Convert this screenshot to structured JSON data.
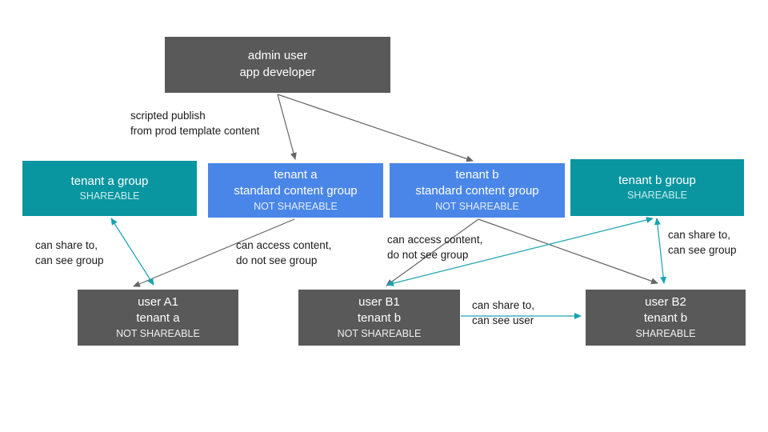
{
  "colors": {
    "canvas_bg": "#ffffff",
    "node_dark_gray": "#595959",
    "node_teal": "#0a96a0",
    "node_blue": "#4a86e8",
    "arrow_gray": "#666666",
    "arrow_teal": "#1aa2b0",
    "label_text": "#1a1a1a"
  },
  "nodes": {
    "admin": {
      "lines": [
        "admin user",
        "app developer"
      ]
    },
    "tenant_a_group": {
      "lines": [
        "tenant a group"
      ],
      "status": "SHAREABLE"
    },
    "tenant_a_scg": {
      "lines": [
        "tenant a",
        "standard content group"
      ],
      "status": "NOT SHAREABLE"
    },
    "tenant_b_scg": {
      "lines": [
        "tenant b",
        "standard content group"
      ],
      "status": "NOT SHAREABLE"
    },
    "tenant_b_group": {
      "lines": [
        "tenant b group"
      ],
      "status": "SHAREABLE"
    },
    "user_a1": {
      "lines": [
        "user A1",
        "tenant a"
      ],
      "status": "NOT SHAREABLE"
    },
    "user_b1": {
      "lines": [
        "user B1",
        "tenant b"
      ],
      "status": "NOT SHAREABLE"
    },
    "user_b2": {
      "lines": [
        "user B2",
        "tenant b"
      ],
      "status": "SHAREABLE"
    }
  },
  "edge_labels": {
    "scripted_publish": "scripted publish\nfrom prod template content",
    "share_group_left": "can share to,\ncan see group",
    "access_content_a": "can access content,\ndo not see group",
    "access_content_b": "can access content,\ndo not see group",
    "share_group_right": "can share to,\ncan see group",
    "share_user": "can share to,\ncan see user"
  },
  "edges": [
    {
      "from": "admin",
      "to": "tenant_a_scg",
      "style": "gray",
      "direction": "one-way",
      "label": "scripted publish from prod template content"
    },
    {
      "from": "admin",
      "to": "tenant_b_scg",
      "style": "gray",
      "direction": "one-way",
      "label": "scripted publish from prod template content"
    },
    {
      "from": "tenant_a_group",
      "to": "user_a1",
      "style": "teal",
      "direction": "two-way",
      "label": "can share to, can see group"
    },
    {
      "from": "tenant_a_scg",
      "to": "user_a1",
      "style": "gray",
      "direction": "one-way",
      "label": "can access content, do not see group"
    },
    {
      "from": "tenant_b_scg",
      "to": "user_b1",
      "style": "gray",
      "direction": "one-way",
      "label": "can access content, do not see group"
    },
    {
      "from": "tenant_b_scg",
      "to": "user_b2",
      "style": "gray",
      "direction": "one-way",
      "label": ""
    },
    {
      "from": "tenant_b_group",
      "to": "user_b1",
      "style": "teal",
      "direction": "two-way",
      "label": ""
    },
    {
      "from": "tenant_b_group",
      "to": "user_b2",
      "style": "teal",
      "direction": "two-way",
      "label": "can share to, can see group"
    },
    {
      "from": "user_b1",
      "to": "user_b2",
      "style": "teal",
      "direction": "one-way",
      "label": "can share to, can see user"
    }
  ]
}
